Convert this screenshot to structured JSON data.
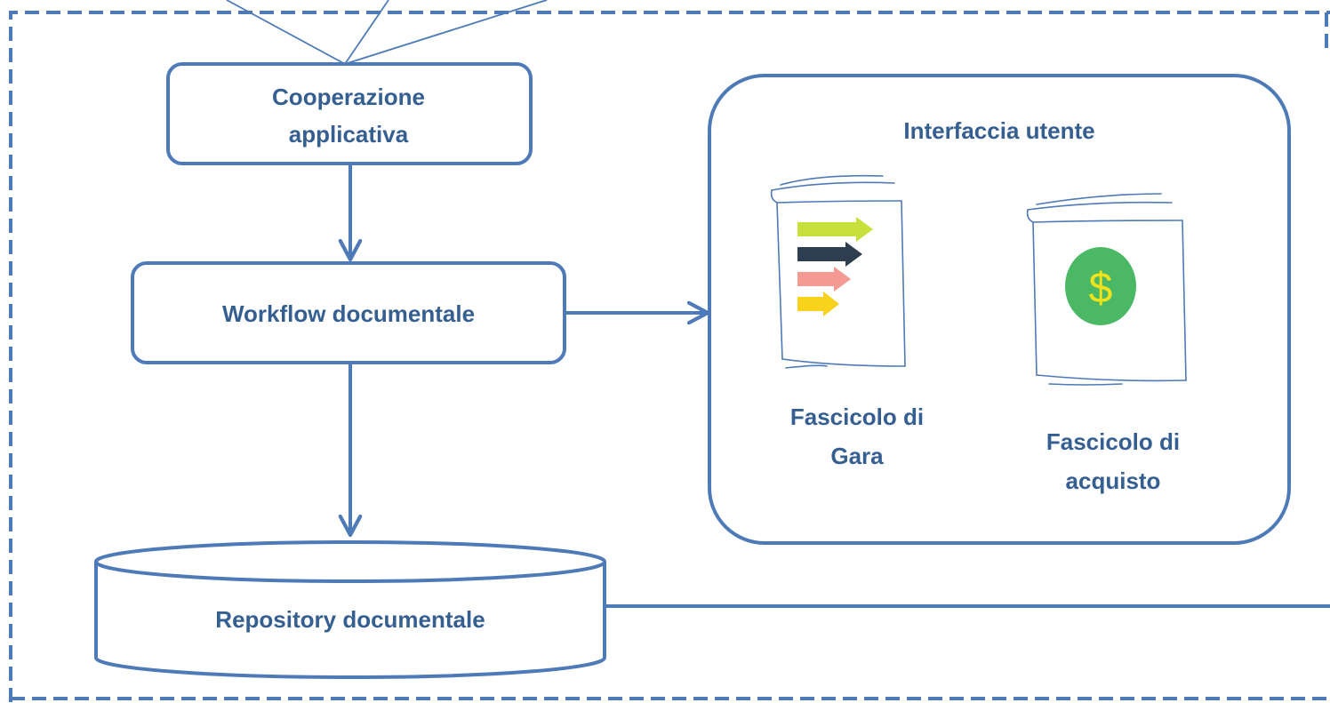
{
  "colors": {
    "stroke": "#4e7ab8",
    "text": "#365f91",
    "background": "#ffffff",
    "arrow_green": "#c7e03c",
    "arrow_navy": "#2c3e50",
    "arrow_pink": "#f49a93",
    "arrow_yellow": "#f9d21e",
    "coin_green": "#4bb866",
    "coin_symbol": "#f2e21a"
  },
  "nodes": {
    "cooperazione": {
      "line1": "Cooperazione",
      "line2": "applicativa"
    },
    "workflow": {
      "label": "Workflow documentale"
    },
    "repository": {
      "label": "Repository documentale"
    },
    "interfaccia": {
      "title": "Interfaccia utente",
      "fascicolo_gara": {
        "line1": "Fascicolo di",
        "line2": "Gara",
        "icon": "progress-arrows-icon"
      },
      "fascicolo_acquisto": {
        "line1": "Fascicolo di",
        "line2": "acquisto",
        "icon": "dollar-coin-icon",
        "symbol": "$"
      }
    }
  }
}
